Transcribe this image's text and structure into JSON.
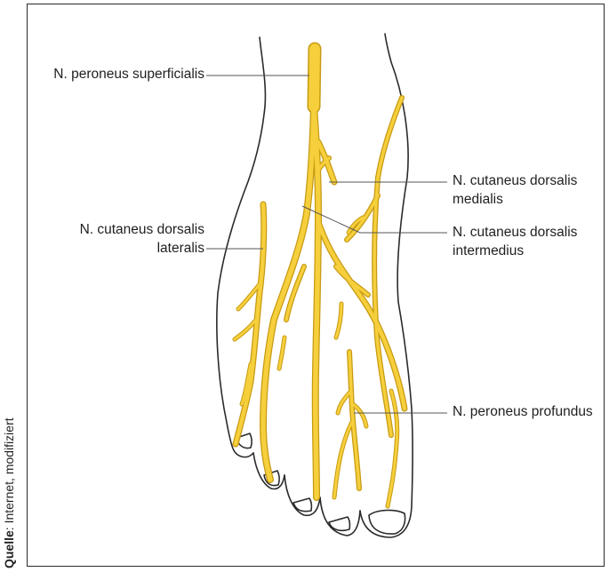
{
  "source": {
    "prefix": "Quelle",
    "text": ": Internet, modifiziert"
  },
  "labels": {
    "peroneus_superficialis": "N. peroneus superficialis",
    "cutaneus_lateralis_line1": "N. cutaneus dorsalis",
    "cutaneus_lateralis_line2": "lateralis",
    "cutaneus_medialis_line1": "N. cutaneus dorsalis",
    "cutaneus_medialis_line2": "medialis",
    "cutaneus_intermedius_line1": "N. cutaneus dorsalis",
    "cutaneus_intermedius_line2": "intermedius",
    "peroneus_profundus": "N. peroneus profundus"
  },
  "colors": {
    "nerve": "#f6cf3c",
    "nerve_outline": "#c79a12",
    "outline": "#2b2b2b",
    "leader": "#555555"
  }
}
